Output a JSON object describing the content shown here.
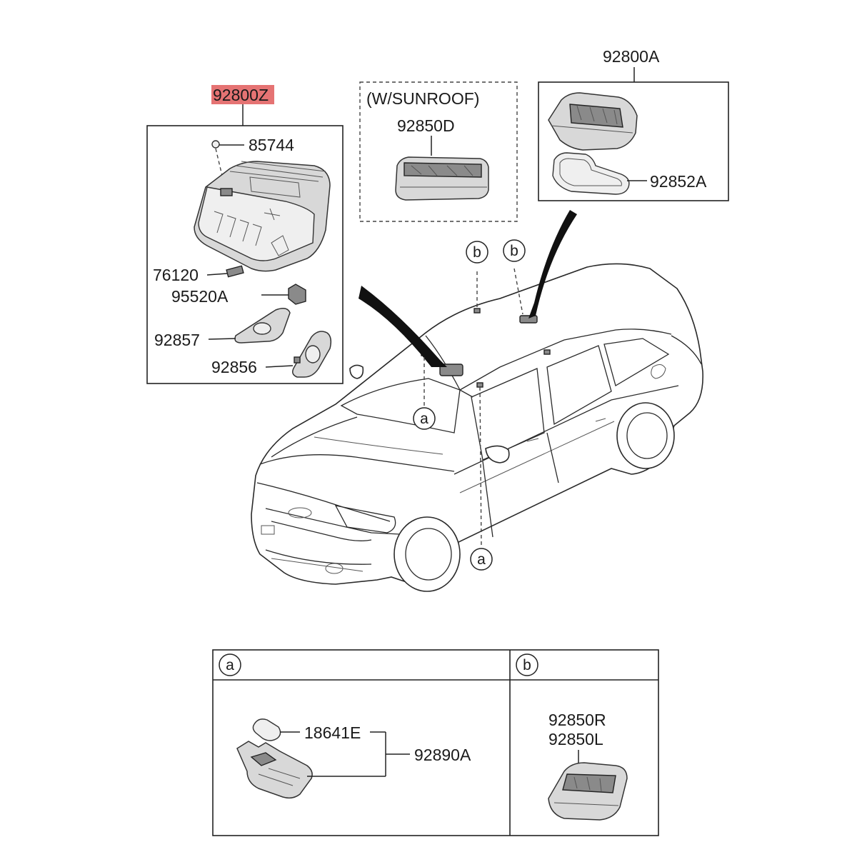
{
  "labels": {
    "assembly_main": "92800Z",
    "bulb_85744": "85744",
    "part_76120": "76120",
    "part_95520A": "95520A",
    "part_92857": "92857",
    "part_92856": "92856",
    "sunroof_note": "(W/SUNROOF)",
    "part_92850D": "92850D",
    "assembly_92800A": "92800A",
    "part_92852A": "92852A",
    "detail_a_bulb": "18641E",
    "detail_a_assembly": "92890A",
    "detail_b_right": "92850R",
    "detail_b_left": "92850L"
  },
  "callouts": {
    "a": "a",
    "b": "b"
  },
  "colors": {
    "highlight": "#e57373",
    "line": "#222222"
  }
}
